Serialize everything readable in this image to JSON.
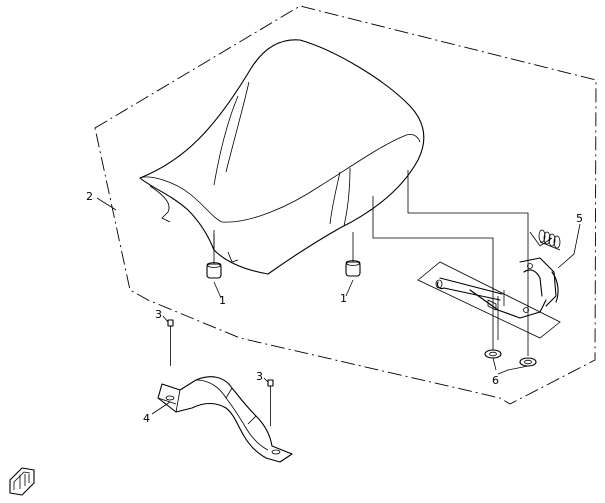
{
  "callouts": {
    "c1a": "1",
    "c1b": "1",
    "c2": "2",
    "c3a": "3",
    "c3b": "3",
    "c4": "4",
    "c5": "5",
    "c6": "6"
  },
  "icons": {
    "front_arrow": "front-direction-arrow-icon"
  }
}
